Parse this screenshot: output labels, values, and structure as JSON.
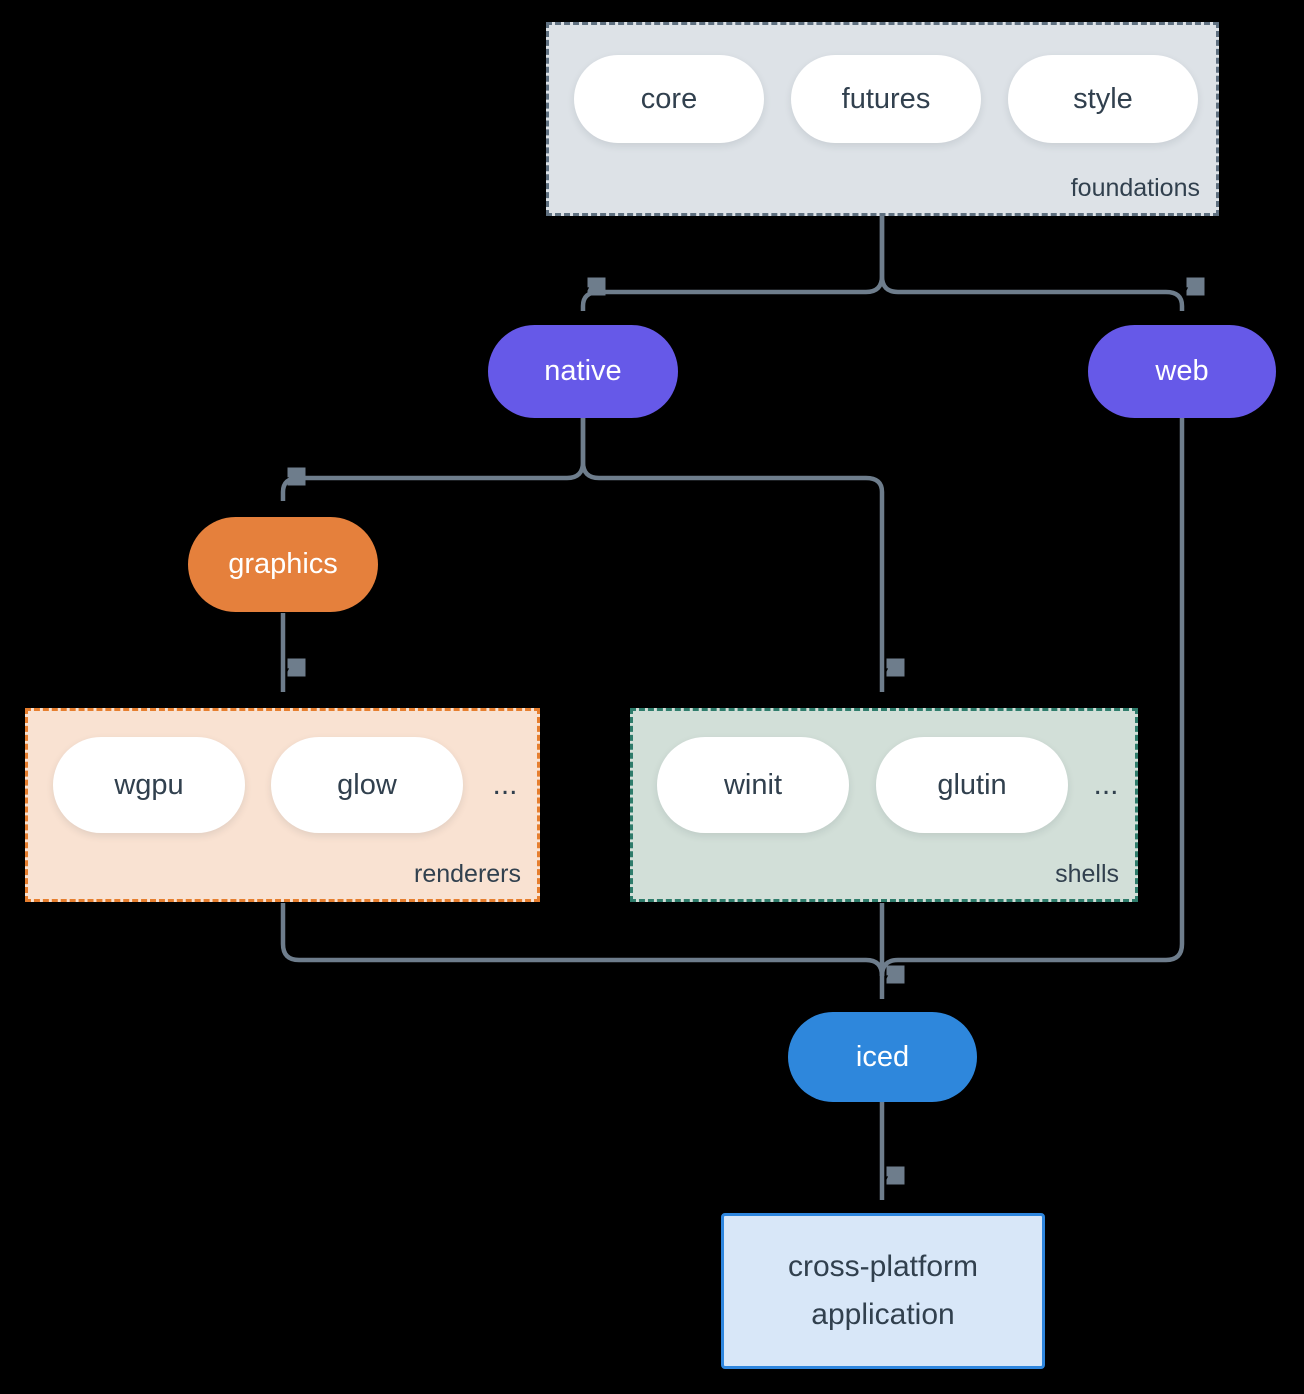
{
  "diagram": {
    "background": "#000000",
    "arrow_color": "#6e7d8c",
    "text_color": "#31404e",
    "groups": {
      "foundations": {
        "label": "foundations",
        "fill": "#dde2e7",
        "border": "#5f7080",
        "pills": [
          {
            "label": "core"
          },
          {
            "label": "futures"
          },
          {
            "label": "style"
          }
        ]
      },
      "renderers": {
        "label": "renderers",
        "fill": "#f9e2d2",
        "border": "#e67e2e",
        "pills": [
          {
            "label": "wgpu"
          },
          {
            "label": "glow"
          }
        ],
        "ellipsis": "..."
      },
      "shells": {
        "label": "shells",
        "fill": "#d2dfd8",
        "border": "#2e7c6b",
        "pills": [
          {
            "label": "winit"
          },
          {
            "label": "glutin"
          }
        ],
        "ellipsis": "..."
      }
    },
    "nodes": {
      "native": {
        "label": "native",
        "fill": "#6659e8"
      },
      "web": {
        "label": "web",
        "fill": "#6659e8"
      },
      "graphics": {
        "label": "graphics",
        "fill": "#e5803c"
      },
      "iced": {
        "label": "iced",
        "fill": "#2e87dc"
      },
      "application": {
        "line1": "cross-platform",
        "line2": "application",
        "fill": "#d8e7f8",
        "border": "#2e86de"
      }
    }
  }
}
